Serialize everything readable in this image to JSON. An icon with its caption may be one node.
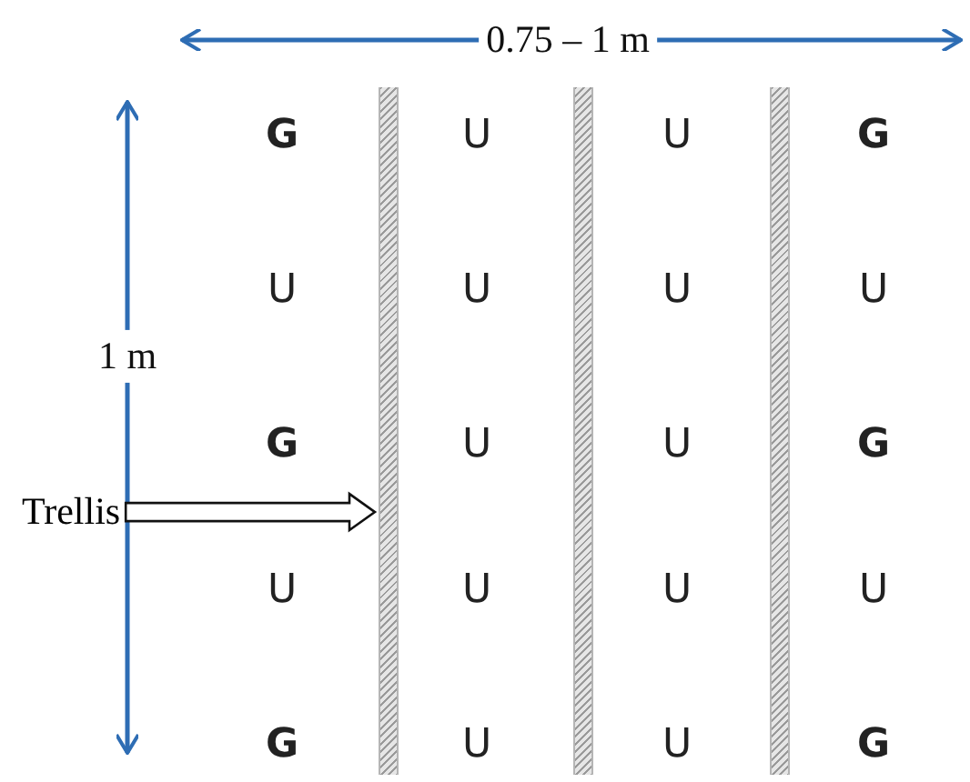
{
  "diagram": {
    "nodes": [
      {
        "text": [
          "Trellis"
        ]
      },
      {
        "text": [],
        "shape": "bar"
      },
      {
        "text": [],
        "shape": "bar"
      },
      {
        "text": [],
        "shape": "bar"
      }
    ],
    "edges": [
      {
        "from": 0,
        "to": 1,
        "arrow": "to"
      }
    ],
    "labels": [
      "0.75 – 1 m",
      "1 m",
      "G",
      "U",
      "U",
      "G",
      "U",
      "U",
      "U",
      "U",
      "G",
      "U",
      "U",
      "G",
      "U",
      "U",
      "U",
      "U",
      "G",
      "U",
      "U",
      "G"
    ]
  }
}
